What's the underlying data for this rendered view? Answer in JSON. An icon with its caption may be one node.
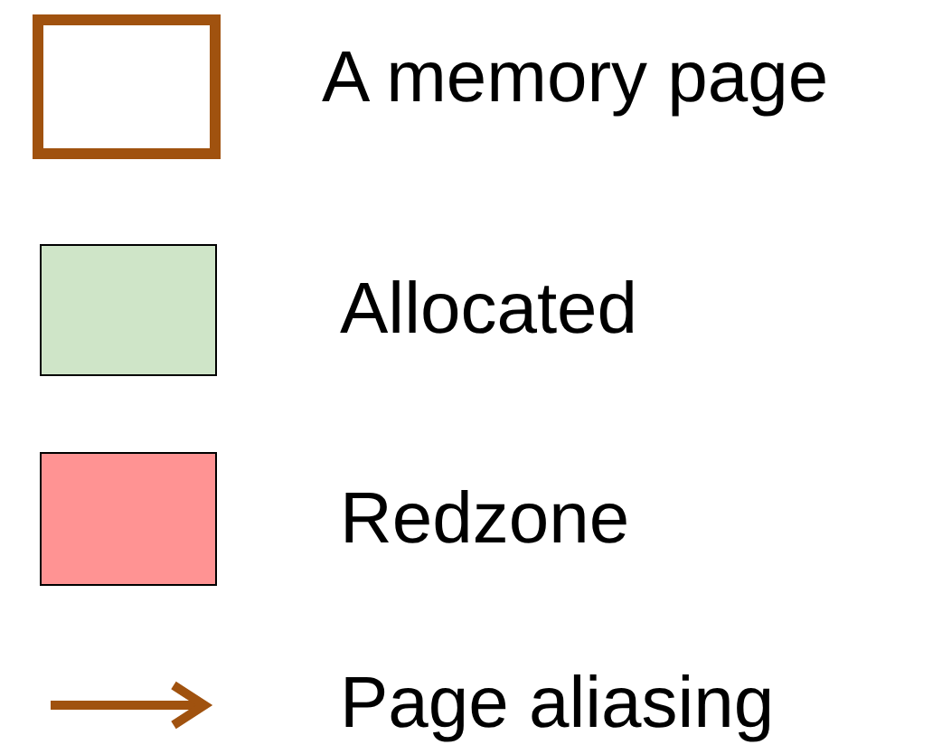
{
  "diagram": {
    "legend": [
      {
        "text": "A memory page"
      },
      {
        "text": "Allocated",
        "color": "#cfe5c8"
      },
      {
        "text": "Redzone",
        "color": "#ff9393"
      },
      {
        "text": "Page aliasing"
      }
    ]
  }
}
